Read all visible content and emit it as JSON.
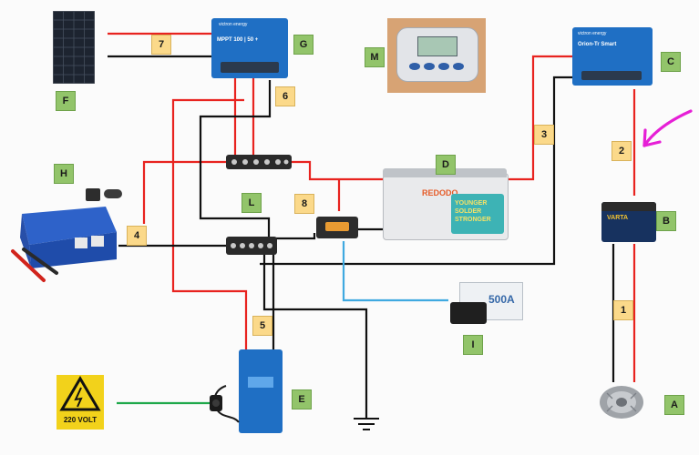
{
  "labels": {
    "A": "A",
    "B": "B",
    "C": "C",
    "D": "D",
    "E": "E",
    "F": "F",
    "G": "G",
    "H": "H",
    "I": "I",
    "L": "L",
    "M": "M",
    "w1": "1",
    "w2": "2",
    "w3": "3",
    "w4": "4",
    "w5": "5",
    "w6": "6",
    "w7": "7",
    "w8": "8"
  },
  "devices": {
    "mppt_text": "MPPT 100 | 50 +",
    "mppt_brand": "victron energy",
    "orion_brand": "victron energy",
    "orion_text": "Orion-Tr Smart",
    "battery_brand": "REDODO",
    "battery_text": "YOUNGER SOLDER STRONGER",
    "starter_brand": "VARTA",
    "shunt_text": "500A",
    "mains_text": "220 VOLT"
  },
  "colors": {
    "positive": "#e8231f",
    "negative": "#111111",
    "shunt": "#3fa9e0",
    "mains": "#1ea84a",
    "annotation": "#e61fd6",
    "victron_blue": "#1f6fc4",
    "label_green": "#92c46a",
    "label_yellow": "#fbd98a"
  }
}
